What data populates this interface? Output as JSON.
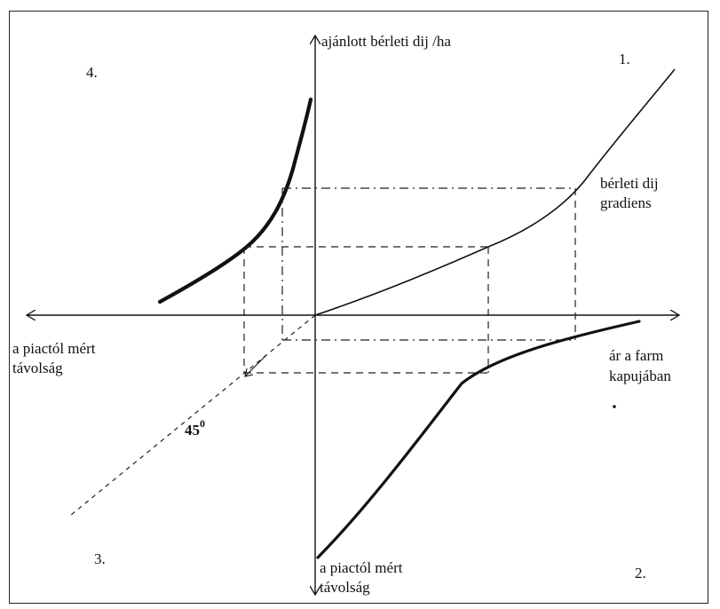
{
  "axes": {
    "y_up": "ajánlott bérleti dij /ha",
    "x_left_line1": "a piactól mért",
    "x_left_line2": "távolság",
    "x_right_line1": "ár a farm",
    "x_right_line2": "kapujában",
    "y_down_line1": "a piactól mért",
    "y_down_line2": "távolság"
  },
  "quadrants": {
    "q1": "1.",
    "q2": "2.",
    "q3": "3.",
    "q4": "4."
  },
  "curve_label_line1": "bérleti dij",
  "curve_label_line2": "gradiens",
  "angle_label": "45",
  "angle_exponent": "0"
}
